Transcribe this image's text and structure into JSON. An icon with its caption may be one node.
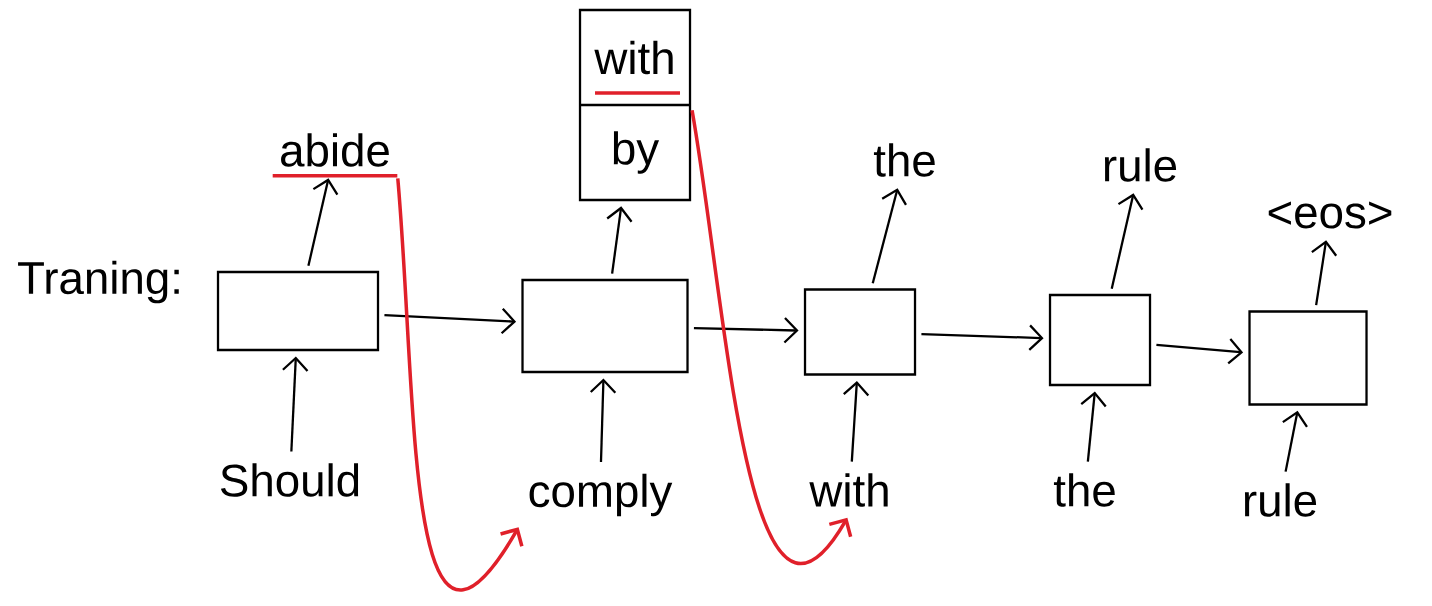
{
  "diagram": {
    "nodes": [
      {
        "text": [],
        "shape": "box"
      },
      {
        "text": [],
        "shape": "box"
      },
      {
        "text": [],
        "shape": "box"
      },
      {
        "text": [],
        "shape": "box"
      },
      {
        "text": [],
        "shape": "box"
      },
      {
        "text": [
          "Should"
        ]
      },
      {
        "text": [
          "comply"
        ]
      },
      {
        "text": [
          "with"
        ]
      },
      {
        "text": [
          "the"
        ]
      },
      {
        "text": [
          "rule"
        ]
      },
      {
        "text": [
          "abide"
        ]
      },
      {
        "text": [
          "with",
          "by"
        ]
      },
      {
        "text": [
          "the"
        ]
      },
      {
        "text": [
          "rule"
        ]
      },
      {
        "text": [
          "<eos>"
        ]
      }
    ],
    "edges": [
      {
        "from": 5,
        "to": 0,
        "arrow": "to"
      },
      {
        "from": 6,
        "to": 1,
        "arrow": "to"
      },
      {
        "from": 7,
        "to": 2,
        "arrow": "to"
      },
      {
        "from": 8,
        "to": 3,
        "arrow": "to"
      },
      {
        "from": 9,
        "to": 4,
        "arrow": "to"
      },
      {
        "from": 0,
        "to": 10,
        "arrow": "to"
      },
      {
        "from": 1,
        "to": 11,
        "arrow": "to"
      },
      {
        "from": 2,
        "to": 12,
        "arrow": "to"
      },
      {
        "from": 3,
        "to": 13,
        "arrow": "to"
      },
      {
        "from": 4,
        "to": 14,
        "arrow": "to"
      },
      {
        "from": 0,
        "to": 1,
        "arrow": "to"
      },
      {
        "from": 1,
        "to": 2,
        "arrow": "to"
      },
      {
        "from": 2,
        "to": 3,
        "arrow": "to"
      },
      {
        "from": 3,
        "to": 4,
        "arrow": "to"
      },
      {
        "from": 10,
        "to": 6,
        "arrow": "to",
        "color": "#e0202a"
      },
      {
        "from": 11,
        "to": 7,
        "arrow": "to",
        "color": "#e0202a"
      }
    ],
    "labels": [
      "Traning:"
    ]
  }
}
